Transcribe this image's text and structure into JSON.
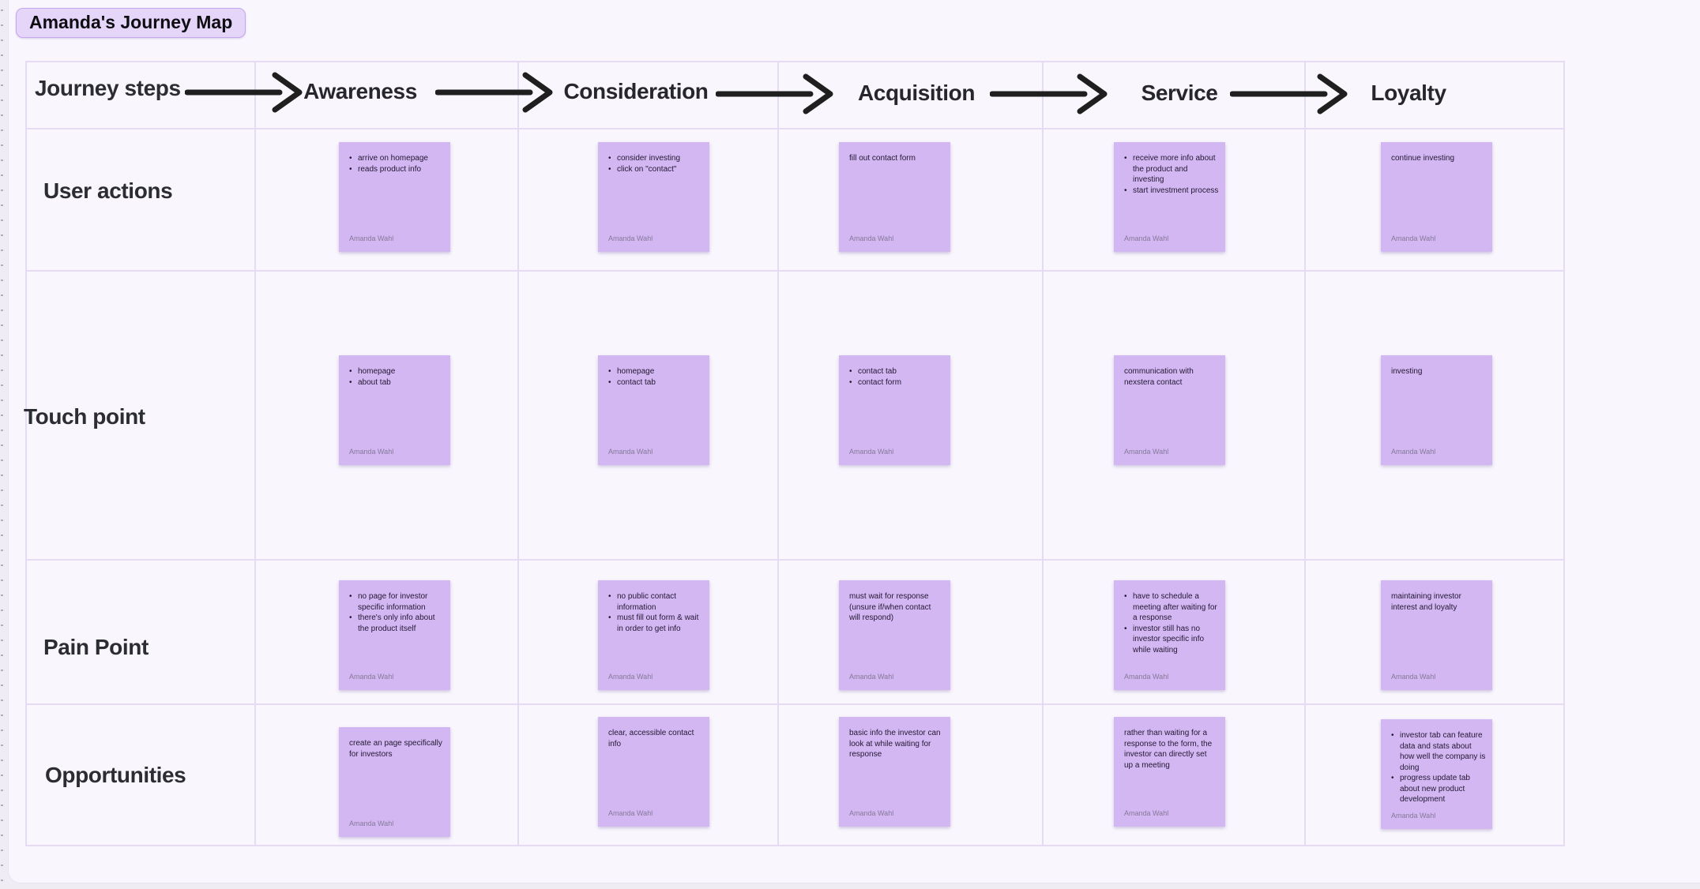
{
  "title": "Amanda's Journey Map",
  "board": {
    "corner_label": "Journey steps",
    "steps": [
      "Awareness",
      "Consideration",
      "Acquisition",
      "Service",
      "Loyalty"
    ],
    "sticky_author": "Amanda Wahl",
    "rows": [
      {
        "label": "User actions",
        "cells": [
          {
            "bulleted": true,
            "items": [
              "arrive on homepage",
              "reads product info"
            ]
          },
          {
            "bulleted": true,
            "items": [
              "consider investing",
              "click on \"contact\""
            ]
          },
          {
            "bulleted": false,
            "items": [
              "fill out contact form"
            ]
          },
          {
            "bulleted": true,
            "items": [
              "receive more info about the product and investing",
              "start investment process"
            ]
          },
          {
            "bulleted": false,
            "items": [
              "continue investing"
            ]
          }
        ]
      },
      {
        "label": "Touch point",
        "cells": [
          {
            "bulleted": true,
            "items": [
              "homepage",
              "about tab"
            ]
          },
          {
            "bulleted": true,
            "items": [
              "homepage",
              "contact tab"
            ]
          },
          {
            "bulleted": true,
            "items": [
              "contact tab",
              "contact form"
            ]
          },
          {
            "bulleted": false,
            "items": [
              "communication with nexstera contact"
            ]
          },
          {
            "bulleted": false,
            "items": [
              "investing"
            ]
          }
        ]
      },
      {
        "label": "Pain Point",
        "cells": [
          {
            "bulleted": true,
            "items": [
              "no page for investor specific information",
              "there's only info about the product itself"
            ]
          },
          {
            "bulleted": true,
            "items": [
              "no public contact information",
              "must fill out form & wait in order to get info"
            ]
          },
          {
            "bulleted": false,
            "items": [
              "must wait for response (unsure if/when contact will respond)"
            ]
          },
          {
            "bulleted": true,
            "items": [
              "have to schedule a meeting after waiting for a response",
              "investor still has no investor specific info while waiting"
            ]
          },
          {
            "bulleted": false,
            "items": [
              "maintaining investor interest and loyalty"
            ]
          }
        ]
      },
      {
        "label": "Opportunities",
        "cells": [
          {
            "bulleted": false,
            "items": [
              "create an page specifically for investors"
            ]
          },
          {
            "bulleted": false,
            "items": [
              "clear, accessible contact info"
            ]
          },
          {
            "bulleted": false,
            "items": [
              "basic info the investor can look at while waiting for response"
            ]
          },
          {
            "bulleted": false,
            "items": [
              "rather than waiting for a response to the form, the investor can directly set up a meeting"
            ]
          },
          {
            "bulleted": true,
            "items": [
              "investor tab can feature data and stats about how well the company is doing",
              "progress update tab about new product development"
            ]
          }
        ]
      }
    ],
    "colors": {
      "sticky": "#d3b7f2",
      "title_pill_fill": "#e5d5f9",
      "title_pill_border": "#c5a7ef",
      "grid_line": "#e5dcf4",
      "canvas": "#f9f7fd",
      "arrow": "#1f1f1f"
    }
  }
}
